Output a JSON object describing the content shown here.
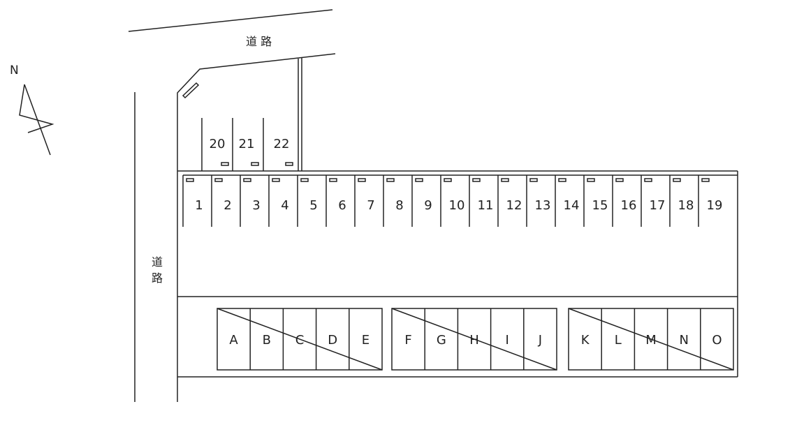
{
  "north_label": "N",
  "road_top": "道 路",
  "road_left": [
    "道",
    "路"
  ],
  "upper_slots": [
    "20",
    "21",
    "22"
  ],
  "row_slots": [
    "1",
    "2",
    "3",
    "4",
    "5",
    "6",
    "7",
    "8",
    "9",
    "10",
    "11",
    "12",
    "13",
    "14",
    "15",
    "16",
    "17",
    "18",
    "19"
  ],
  "bottom_blocks": [
    [
      "A",
      "B",
      "C",
      "D",
      "E"
    ],
    [
      "F",
      "G",
      "H",
      "I",
      "J"
    ],
    [
      "K",
      "L",
      "M",
      "N",
      "O"
    ]
  ],
  "line_color": "#222222"
}
